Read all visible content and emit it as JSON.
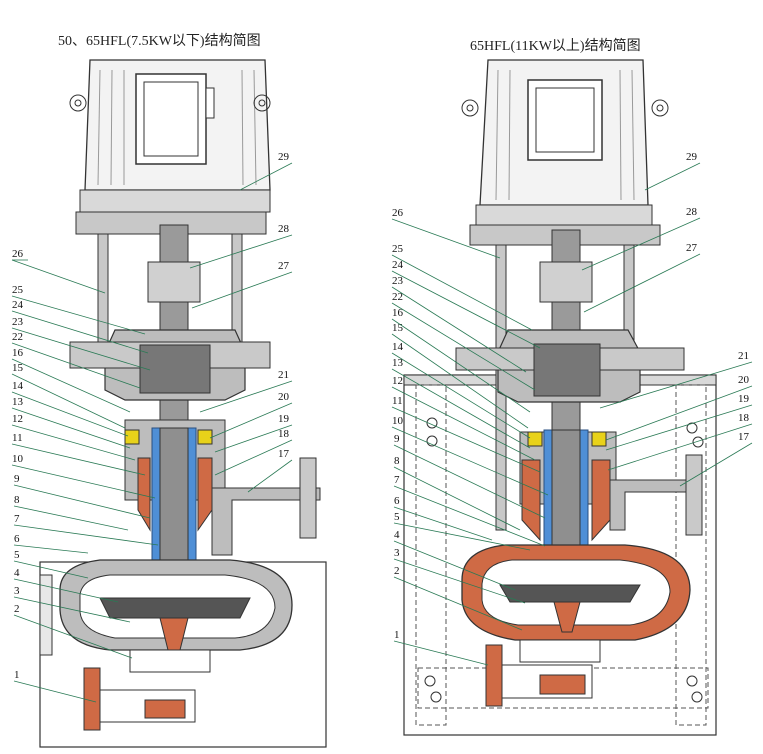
{
  "titles": {
    "left": "50、65HFL(7.5KW以下)结构简图",
    "right": "65HFL(11KW以上)结构简图"
  },
  "colors": {
    "casing": "#bdbdbd",
    "casing_dark": "#8c8c8c",
    "outline": "#333333",
    "shaft_blue": "#4f8fd6",
    "copper": "#cf6a45",
    "seal_yellow": "#e8d21a",
    "leader": "#2a7a55",
    "motor_fill": "#f3f3f3"
  },
  "left_labels": [
    "26",
    "25",
    "24",
    "23",
    "22",
    "16",
    "15",
    "14",
    "13",
    "12",
    "11",
    "10",
    "9",
    "8",
    "7",
    "6",
    "5",
    "4",
    "3",
    "2",
    "1"
  ],
  "left_right_labels": [
    "29",
    "28",
    "27",
    "21",
    "20",
    "19",
    "18",
    "17"
  ],
  "right_labels": [
    "26",
    "25",
    "24",
    "23",
    "22",
    "16",
    "15",
    "14",
    "13",
    "12",
    "11",
    "10",
    "9",
    "8",
    "7",
    "6",
    "5",
    "4",
    "3",
    "2",
    "1"
  ],
  "right_right_labels": [
    "29",
    "28",
    "27",
    "21",
    "20",
    "19",
    "18",
    "17"
  ]
}
